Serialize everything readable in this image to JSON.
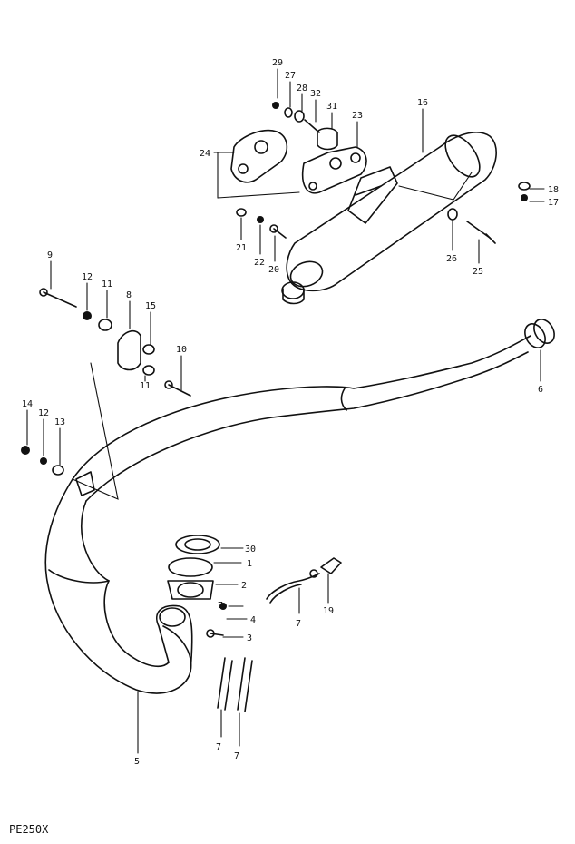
{
  "model_label": "PE250X",
  "callouts": [
    "1",
    "2",
    "3",
    "4",
    "5",
    "6",
    "7",
    "8",
    "9",
    "10",
    "11",
    "12",
    "13",
    "14",
    "15",
    "16",
    "17",
    "18",
    "19",
    "20",
    "21",
    "22",
    "23",
    "24",
    "25",
    "26",
    "27",
    "28",
    "29",
    "30",
    "31",
    "32"
  ],
  "labels": {
    "c29": "29",
    "c27": "27",
    "c28": "28",
    "c32": "32",
    "c31": "31",
    "c23": "23",
    "c16": "16",
    "c24": "24",
    "c18": "18",
    "c17": "17",
    "c21": "21",
    "c22": "22",
    "c20": "20",
    "c26": "26",
    "c25": "25",
    "c9": "9",
    "c12a": "12",
    "c11a": "11",
    "c8": "8",
    "c15": "15",
    "c10": "10",
    "c11b": "11",
    "c14": "14",
    "c12b": "12",
    "c13": "13",
    "c6": "6",
    "c30": "30",
    "c1": "1",
    "c2": "2",
    "c7a": "7",
    "c4": "4",
    "c3": "3",
    "c7b": "7",
    "c19": "19",
    "c5": "5",
    "c7c": "7",
    "c7d": "7"
  }
}
